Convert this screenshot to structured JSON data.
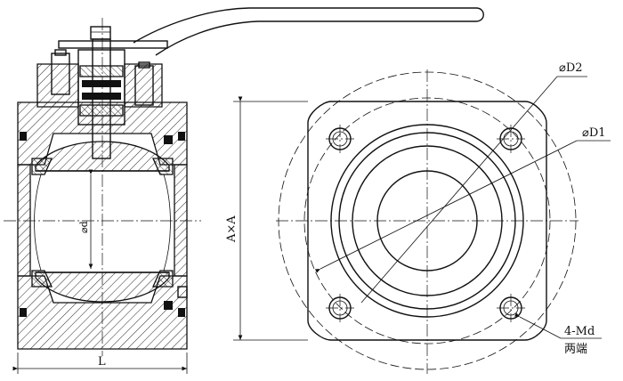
{
  "labels": {
    "d2": "⌀D2",
    "d1": "⌀D1",
    "axa": "A×A",
    "bore": "⌀d",
    "length": "L",
    "bolt": "4-Md",
    "both_ends": "两端"
  },
  "colors": {
    "line": "#111111",
    "background": "#ffffff"
  }
}
